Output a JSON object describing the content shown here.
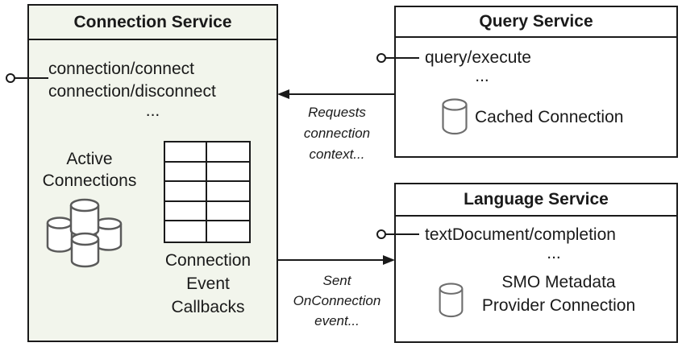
{
  "colors": {
    "connection_box_bg": "#f2f5ec",
    "service_box_bg": "#ffffff",
    "box_border": "#1a1a1a",
    "cluster_cylinder_stroke": "#5a5a5a",
    "cylinder_stroke": "#6e6e6e",
    "text": "#1a1a1a"
  },
  "connection_service": {
    "title": "Connection Service",
    "methods": [
      "connection/connect",
      "connection/disconnect",
      "..."
    ],
    "active_connections": [
      "Active",
      "Connections"
    ],
    "callbacks_label": [
      "Connection",
      "Event",
      "Callbacks"
    ],
    "callbacks_table": {
      "columns": 2,
      "rows": 5
    },
    "icons": [
      "database-cluster-icon",
      "interface-lollipop-icon"
    ]
  },
  "query_service": {
    "title": "Query Service",
    "methods": [
      "query/execute",
      "..."
    ],
    "cache_label": "Cached Connection",
    "icons": [
      "database-icon",
      "interface-lollipop-icon"
    ]
  },
  "language_service": {
    "title": "Language Service",
    "methods": [
      "textDocument/completion",
      "..."
    ],
    "connection_label": [
      "SMO Metadata",
      "Provider Connection"
    ],
    "icons": [
      "database-icon",
      "interface-lollipop-icon"
    ]
  },
  "arrows": [
    {
      "from": "query-service",
      "to": "connection-service",
      "direction": "left",
      "label": [
        "Requests",
        "connection",
        "context..."
      ]
    },
    {
      "from": "connection-service",
      "to": "language-service",
      "direction": "right",
      "label": [
        "Sent",
        "OnConnection",
        "event..."
      ]
    }
  ]
}
